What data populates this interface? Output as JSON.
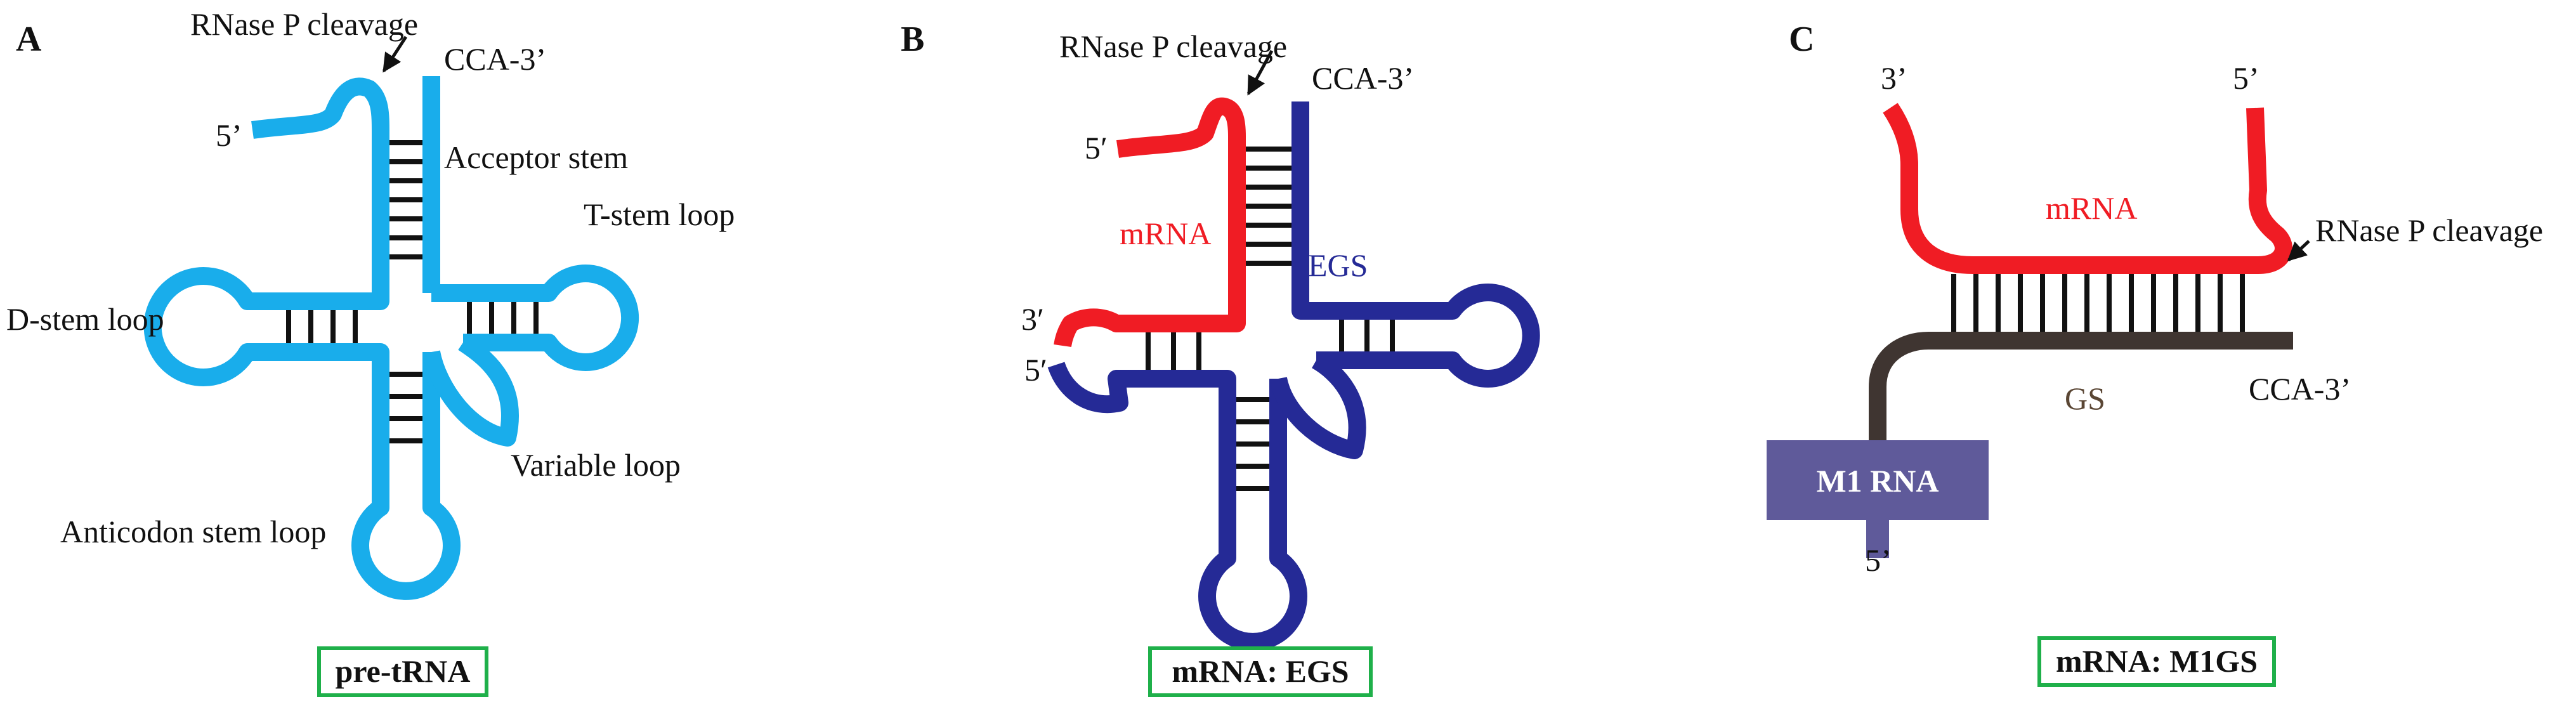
{
  "colors": {
    "pre_trna": "#19adeb",
    "mrna": "#f01c24",
    "egs": "#252a96",
    "gs": "#3f3531",
    "m1_rna_box": "#5f5a9a",
    "label_box_border": "#1fb04a"
  },
  "panel_a": {
    "letter": "A",
    "rnase_label": "RNase P cleavage",
    "cca": "CCA-3’",
    "five_prime": "5’",
    "acceptor": "Acceptor stem",
    "t_stem": "T-stem loop",
    "d_stem": "D-stem loop",
    "variable": "Variable loop",
    "anticodon": "Anticodon stem loop",
    "box_label": "pre-tRNA"
  },
  "panel_b": {
    "letter": "B",
    "rnase_label": "RNase P cleavage",
    "cca": "CCA-3’",
    "five_prime_top": "5′",
    "mrna": "mRNA",
    "egs": "EGS",
    "three_prime": "3′",
    "five_prime_bottom": "5′",
    "box_label": "mRNA: EGS"
  },
  "panel_c": {
    "letter": "C",
    "three_prime": "3’",
    "five_prime_top": "5’",
    "mrna": "mRNA",
    "rnase_label": "RNase P cleavage",
    "gs": "GS",
    "cca": "CCA-3’",
    "m1rna": "M1 RNA",
    "five_prime_bottom": "5’",
    "box_label": "mRNA: M1GS"
  }
}
